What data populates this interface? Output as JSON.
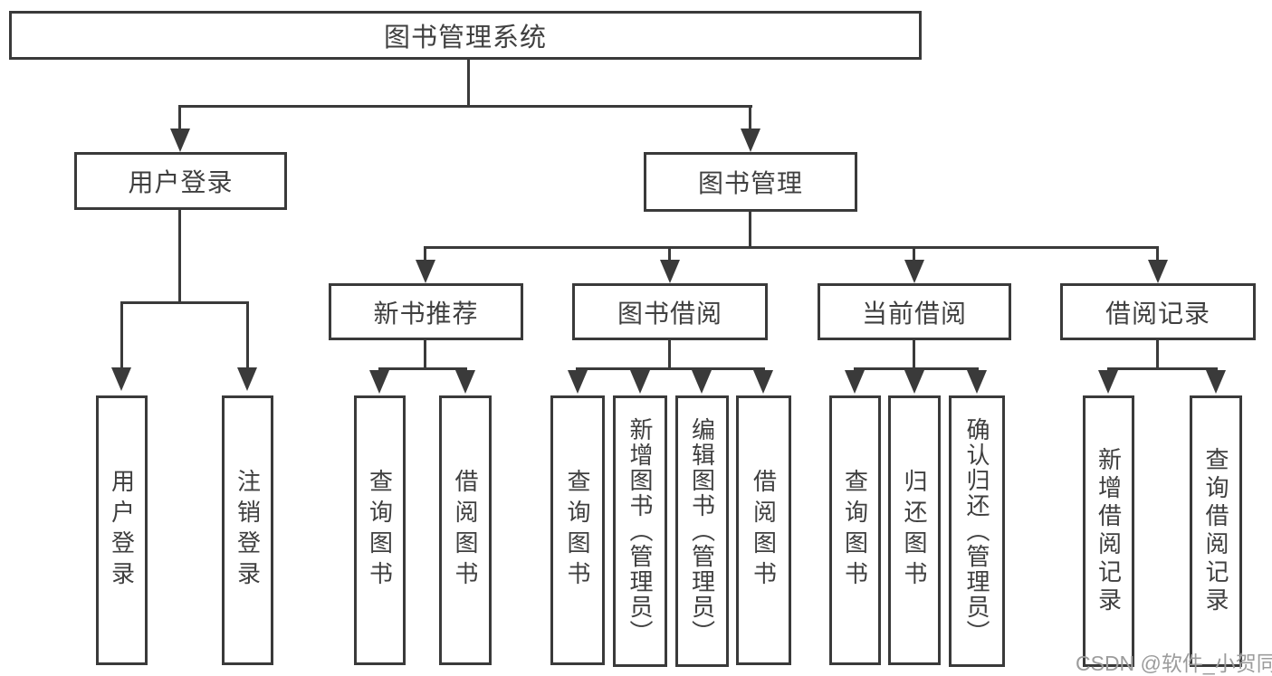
{
  "tree": {
    "root": "图书管理系统",
    "groups": [
      {
        "label": "用户登录",
        "leaves": [
          "用户登录",
          "注销登录"
        ]
      },
      {
        "label": "图书管理",
        "sections": [
          {
            "label": "新书推荐",
            "leaves": [
              "查询图书",
              "借阅图书"
            ]
          },
          {
            "label": "图书借阅",
            "leaves": [
              "查询图书",
              "新增图书（管理员）",
              "编辑图书（管理员）",
              "借阅图书"
            ]
          },
          {
            "label": "当前借阅",
            "leaves": [
              "查询图书",
              "归还图书",
              "确认归还（管理员）"
            ]
          },
          {
            "label": "借阅记录",
            "leaves": [
              "新增借阅记录",
              "查询借阅记录"
            ]
          }
        ]
      }
    ]
  },
  "watermark": {
    "text": "CSDN @软件_小贺同学"
  },
  "colors": {
    "line": "#3a3a3a",
    "text": "#3f3f3f",
    "watermark": "#9c9c9c",
    "background": "#ffffff"
  }
}
